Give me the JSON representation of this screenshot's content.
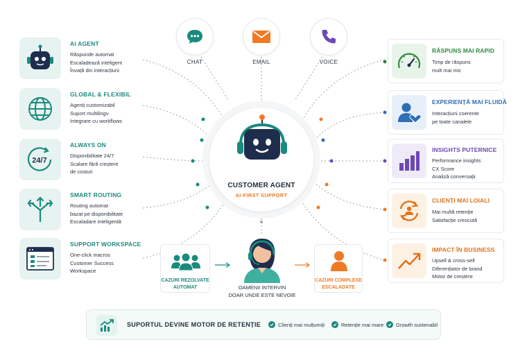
{
  "channels": [
    {
      "label": "CHAT",
      "icon": "chat-icon"
    },
    {
      "label": "EMAIL",
      "icon": "email-icon"
    },
    {
      "label": "VOICE",
      "icon": "phone-icon"
    }
  ],
  "center": {
    "title": "CUSTOMER AGENT",
    "subtitle": "AI-FIRST SUPPORT",
    "icon": "robot-headset-icon"
  },
  "features": [
    {
      "title": "AI AGENT",
      "lines": [
        "Răspunde automat",
        "Escaladează inteligent",
        "Învață din interacțiuni"
      ],
      "icon": "robot-icon"
    },
    {
      "title": "GLOBAL & FLEXIBIL",
      "lines": [
        "Agenți customizabil",
        "Suport multilingv",
        "Integrare cu workflows"
      ],
      "icon": "globe-icon"
    },
    {
      "title": "ALWAYS ON",
      "lines": [
        "Disponibilitate 24/7",
        "Scalare fără creștere",
        "de costuri"
      ],
      "icon": "clock-24-7-icon"
    },
    {
      "title": "SMART ROUTING",
      "lines": [
        "Routing automat",
        "bazat pe disponibilitate",
        "Escaladare inteligentă"
      ],
      "icon": "routing-arrows-icon"
    },
    {
      "title": "SUPPORT WORKSPACE",
      "lines": [
        "One-click macros",
        "Customer Success",
        "Workspace"
      ],
      "icon": "workspace-icon"
    }
  ],
  "benefits": [
    {
      "title": "RĂSPUNS MAI RAPID",
      "lines": [
        "Timp de răspuns",
        "mult mai mic"
      ],
      "icon": "speedometer-icon",
      "color": "#2e8b3d",
      "bg": "#e8f4ea"
    },
    {
      "title": "EXPERIENȚĂ MAI FLUIDĂ",
      "lines": [
        "Interacțiuni coerente",
        "pe toate canalele"
      ],
      "icon": "user-heart-icon",
      "color": "#2f6fb6",
      "bg": "#e7eff8"
    },
    {
      "title": "INSIGHTS PUTERNICE",
      "lines": [
        "Performance insights",
        "CX Score",
        "Analiză conversații"
      ],
      "icon": "bar-chart-icon",
      "color": "#6b49b5",
      "bg": "#efeaf8"
    },
    {
      "title": "CLIENȚI MAI LOIALI",
      "lines": [
        "Mai multă retenție",
        "Satisfacție crescută"
      ],
      "icon": "retention-icon",
      "color": "#e0731a",
      "bg": "#fdf1e4"
    },
    {
      "title": "IMPACT ÎN BUSINESS",
      "lines": [
        "Upsell & cross-sell",
        "Diferențiator de brand",
        "Motor de creștere"
      ],
      "icon": "trend-up-icon",
      "color": "#e0731a",
      "bg": "#fdf1e4"
    }
  ],
  "flow": {
    "resolved": [
      "CAZURI REZOLVATE",
      "AUTOMAT"
    ],
    "human": [
      "OAMENII INTERVIN",
      "DOAR UNDE ESTE NEVOIE"
    ],
    "escalated": [
      "CAZURI COMPLEXE",
      "ESCALADATE"
    ]
  },
  "banner": {
    "title": "SUPORTUL DEVINE MOTOR DE RETENȚIE",
    "items": [
      "Clienți mai mulțumiți",
      "Retenție mai mare",
      "Growth sustenabil"
    ]
  },
  "colors": {
    "teal": "#1a8a7e",
    "orange": "#f07a24",
    "navy": "#1f2d4d"
  }
}
